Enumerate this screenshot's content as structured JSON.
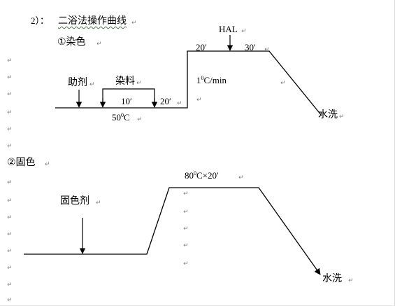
{
  "heading": {
    "number": "2）：",
    "title": "二浴法操作曲线"
  },
  "section_dye": {
    "label": "①染色",
    "auxiliary": "助剂",
    "dyestuff": "染料",
    "time_10": "10′",
    "time_20_hold": "20′",
    "temp_50": "50",
    "temp_50_unit": "C",
    "ramp_prefix": "1",
    "ramp_suffix": "C/min",
    "top_20": "20′",
    "hal": "HAL",
    "top_30": "30′",
    "wash": "水洗"
  },
  "section_fix": {
    "label": "②固色",
    "fixing_agent": "固色剂",
    "hold_prefix": "80",
    "hold_suffix": "C×20′",
    "wash": "水洗"
  },
  "paragraph_mark": "↵",
  "colors": {
    "line": "#000000",
    "mark": "#7f7f7f",
    "spell_underline": "#4a7a4a"
  }
}
